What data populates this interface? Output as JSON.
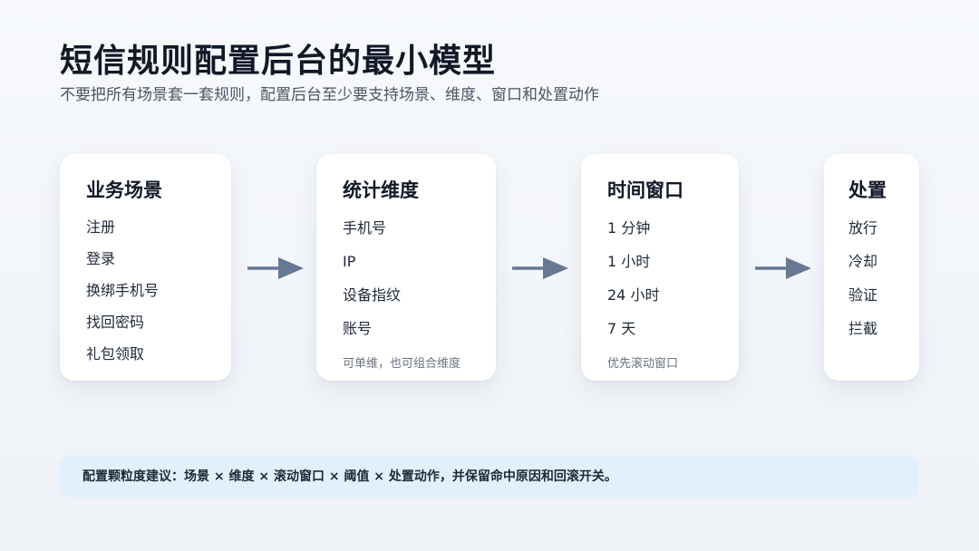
{
  "header": {
    "title": "短信规则配置后台的最小模型",
    "subtitle": "不要把所有场景套一套规则，配置后台至少要支持场景、维度、窗口和处置动作"
  },
  "cards": [
    {
      "title": "业务场景",
      "items": [
        "注册",
        "登录",
        "换绑手机号",
        "找回密码",
        "礼包领取"
      ]
    },
    {
      "title": "统计维度",
      "items": [
        "手机号",
        "IP",
        "设备指纹",
        "账号"
      ],
      "note": "可单维，也可组合维度"
    },
    {
      "title": "时间窗口",
      "items": [
        "1 分钟",
        "1 小时",
        "24 小时",
        "7 天"
      ],
      "note": "优先滚动窗口"
    },
    {
      "title": "处置",
      "items": [
        "放行",
        "冷却",
        "验证",
        "拦截"
      ]
    }
  ],
  "footer": {
    "text": "配置颗粒度建议：场景 × 维度 × 滚动窗口 × 阈值 × 处置动作，并保留命中原因和回滚开关。"
  },
  "colors": {
    "arrow": "#667892",
    "footer_bg": "#e3f0fb",
    "card_bg": "#ffffff"
  }
}
